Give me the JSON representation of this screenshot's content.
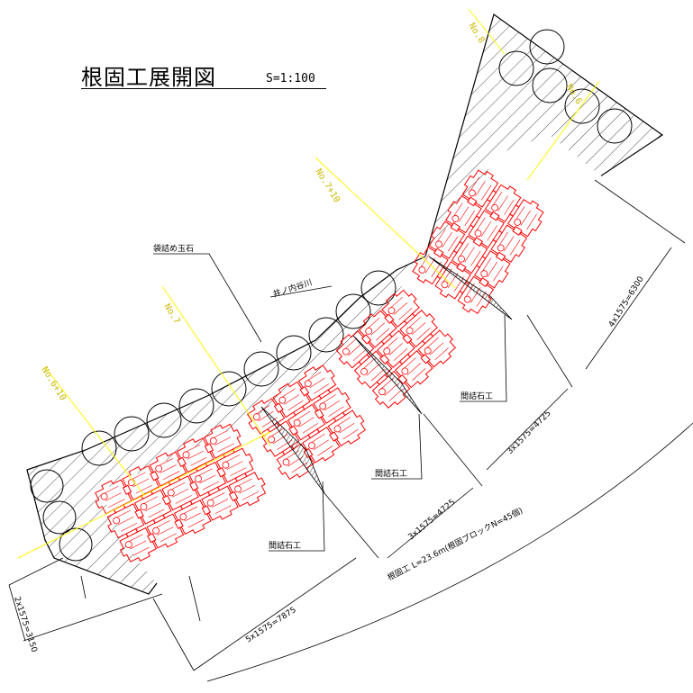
{
  "title": "根固工展開図",
  "scale": "S=1:100",
  "labels": {
    "bagged_stone": "袋詰め玉石",
    "river_name": "井ノ内谷川",
    "joint_fill_1": "間詰石工",
    "joint_fill_2": "間詰石工",
    "joint_fill_3": "間詰石工"
  },
  "dimensions": {
    "d_top_right": "4x1575=6300",
    "d_right_mid": "3x1575=4725",
    "d_mid": "3x1575=4725",
    "d_left_bottom": "5x1575=7875",
    "d_left_short": "2x1575=3150",
    "total_arc": "根固工 L=23.6m(根固ブロックN=45個)"
  },
  "stations": {
    "s1": "No.8",
    "s2": "No.7",
    "s3": "No.7+10",
    "s4": "No.6+10",
    "s5": "No.6"
  },
  "colors": {
    "block_stroke": "#ff0000",
    "station_line": "#ffff00",
    "line": "#000000"
  }
}
